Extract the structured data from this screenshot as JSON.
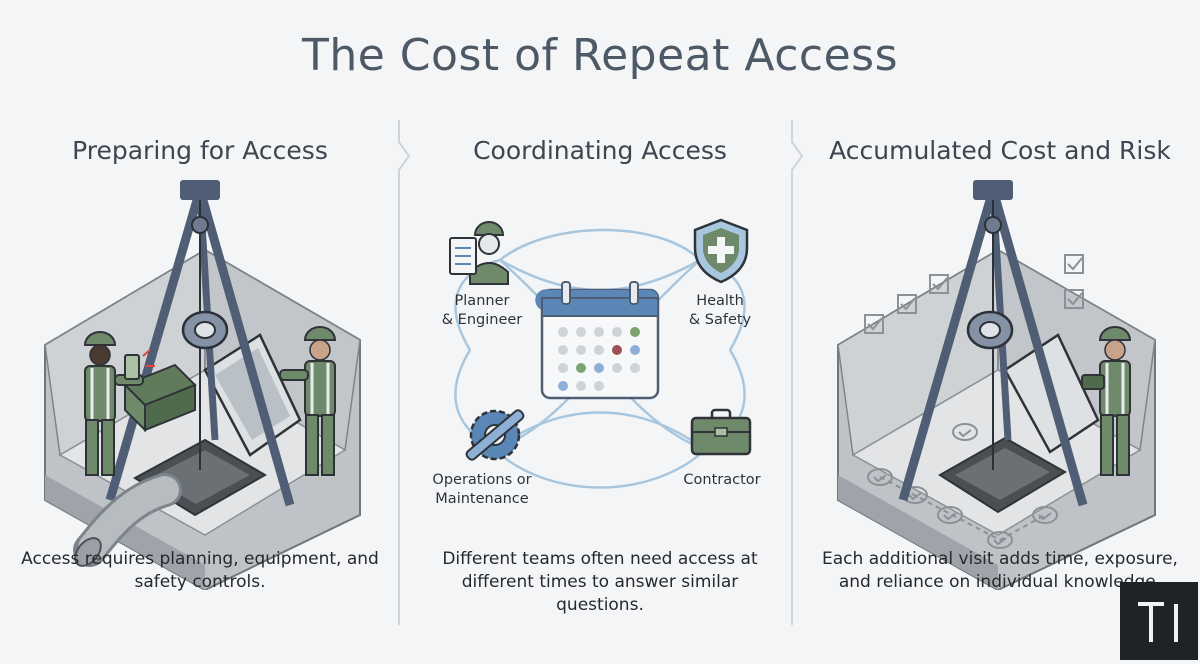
{
  "title": "The Cost of Repeat Access",
  "columns": [
    {
      "title": "Preparing for Access",
      "caption": "Access requires planning, equipment, and safety controls."
    },
    {
      "title": "Coordinating Access",
      "caption": "Different teams often need access at different times to answer similar questions."
    },
    {
      "title": "Accumulated Cost and Risk",
      "caption": "Each additional visit adds time, exposure, and reliance on individual knowledge."
    }
  ],
  "roles": {
    "planner": [
      "Planner",
      "& Engineer"
    ],
    "health": [
      "Health",
      "& Safety"
    ],
    "operations": [
      "Operations or",
      "Maintenance"
    ],
    "contractor": [
      "Contractor"
    ]
  },
  "icons": {
    "planner": "worker-with-clipboard-icon",
    "health": "shield-plus-icon",
    "operations": "wrench-gear-icon",
    "contractor": "toolbox-icon",
    "calendar": "calendar-icon",
    "logo": "ti-logo"
  },
  "colors": {
    "accent": "#a8c7de",
    "worker": "#6e8a6b",
    "tripod": "#4f5d75",
    "title": "#4d5966"
  }
}
